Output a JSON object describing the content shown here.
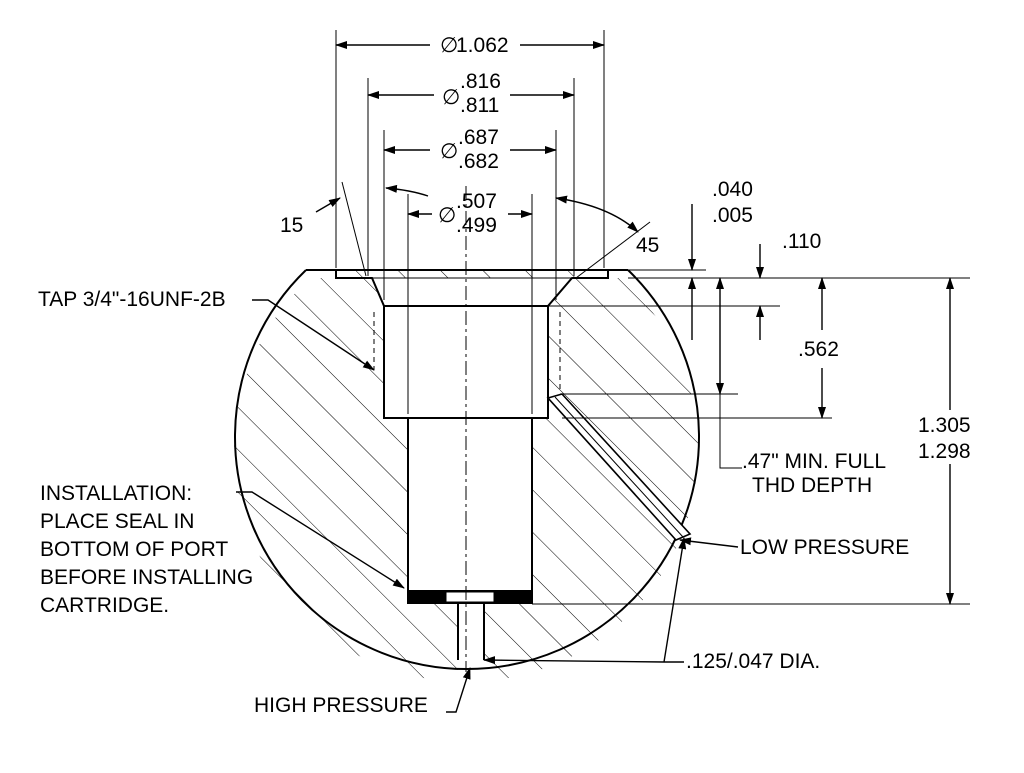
{
  "dimensions": {
    "d_1062": "1.062",
    "d_816": ".816",
    "d_811": ".811",
    "d_687": ".687",
    "d_682": ".682",
    "d_507": ".507",
    "d_499": ".499",
    "angle_15": "15",
    "angle_45": "45",
    "d_040": ".040",
    "d_005": ".005",
    "d_110": ".110",
    "d_562": ".562",
    "d_1305": "1.305",
    "d_1298": "1.298",
    "diameter_symbol": "∅"
  },
  "labels": {
    "tap": "TAP 3/4\"-16UNF-2B",
    "thread_depth_1": ".47\" MIN. FULL",
    "thread_depth_2": "THD DEPTH",
    "low_pressure": "LOW PRESSURE",
    "high_pressure": "HIGH PRESSURE",
    "hole_dia": ".125/.047 DIA.",
    "install_1": "INSTALLATION:",
    "install_2": "PLACE SEAL IN",
    "install_3": "BOTTOM OF PORT",
    "install_4": "BEFORE INSTALLING",
    "install_5": "CARTRIDGE."
  }
}
